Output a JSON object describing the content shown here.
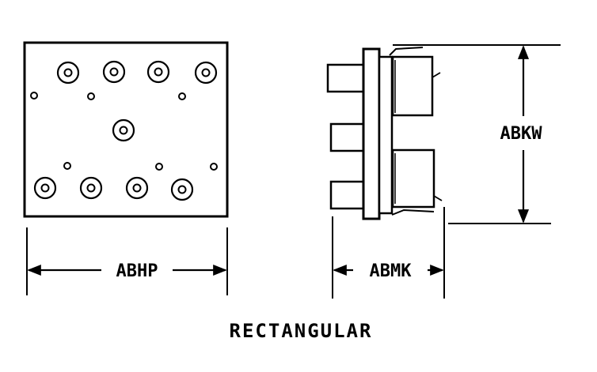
{
  "figure": {
    "caption": "RECTANGULAR",
    "dimensions": {
      "front_width": "ABHP",
      "side_depth": "ABMK",
      "side_height": "ABKW"
    }
  },
  "colors": {
    "ink": "#000000",
    "paper": "#ffffff"
  }
}
